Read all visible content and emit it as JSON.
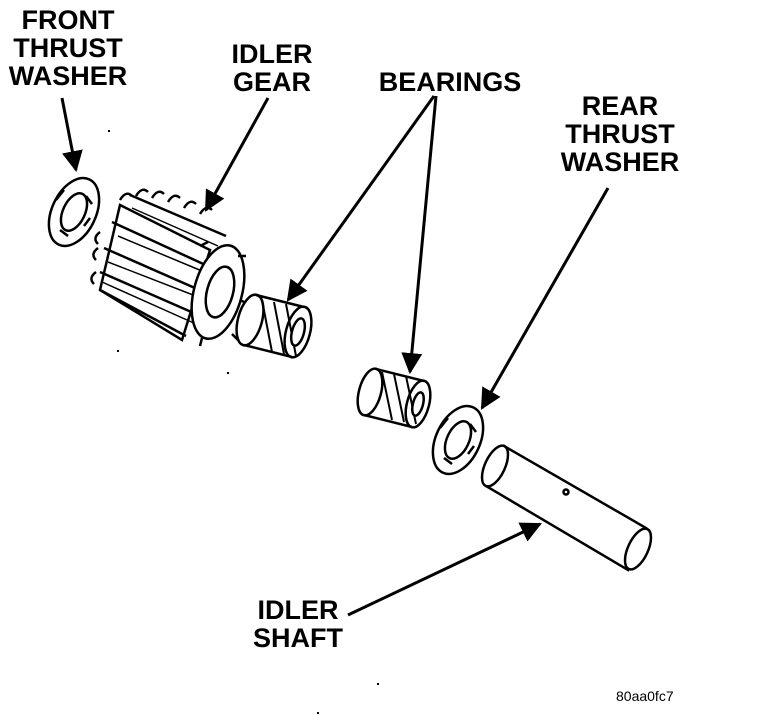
{
  "labels": {
    "front_thrust_washer": [
      "FRONT",
      "THRUST",
      "WASHER"
    ],
    "idler_gear": [
      "IDLER",
      "GEAR"
    ],
    "bearings": [
      "BEARINGS"
    ],
    "rear_thrust_washer": [
      "REAR",
      "THRUST",
      "WASHER"
    ],
    "idler_shaft": [
      "IDLER",
      "SHAFT"
    ]
  },
  "figure_code": "80aa0fc7",
  "colors": {
    "ink": "#000000",
    "paper": "#ffffff"
  }
}
